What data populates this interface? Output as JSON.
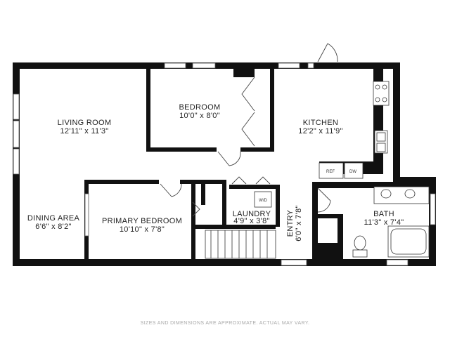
{
  "colors": {
    "wall": "#111111",
    "window": "#ffffff",
    "door": "#444444",
    "note": "#a8a8a8"
  },
  "rooms": {
    "living": {
      "name": "LIVING ROOM",
      "size": "12'11\" x 11'3\""
    },
    "bedroom": {
      "name": "BEDROOM",
      "size": "10'0\" x 8'0\""
    },
    "kitchen": {
      "name": "KITCHEN",
      "size": "12'2\" x 11'9\""
    },
    "dining": {
      "name": "DINING AREA",
      "size": "6'6\" x 8'2\""
    },
    "primary": {
      "name": "PRIMARY BEDROOM",
      "size": "10'10\" x 7'8\""
    },
    "laundry": {
      "name": "LAUNDRY",
      "size": "4'9\" x 3'8\""
    },
    "entry": {
      "name": "ENTRY",
      "size": "6'0\" x 7'8\""
    },
    "bath": {
      "name": "BATH",
      "size": "11'3\" x 7'4\""
    }
  },
  "fixtures": {
    "ref": "REF",
    "dw": "DW",
    "wd": "W/D"
  },
  "note": "SIZES AND DIMENSIONS ARE APPROXIMATE. ACTUAL MAY VARY."
}
